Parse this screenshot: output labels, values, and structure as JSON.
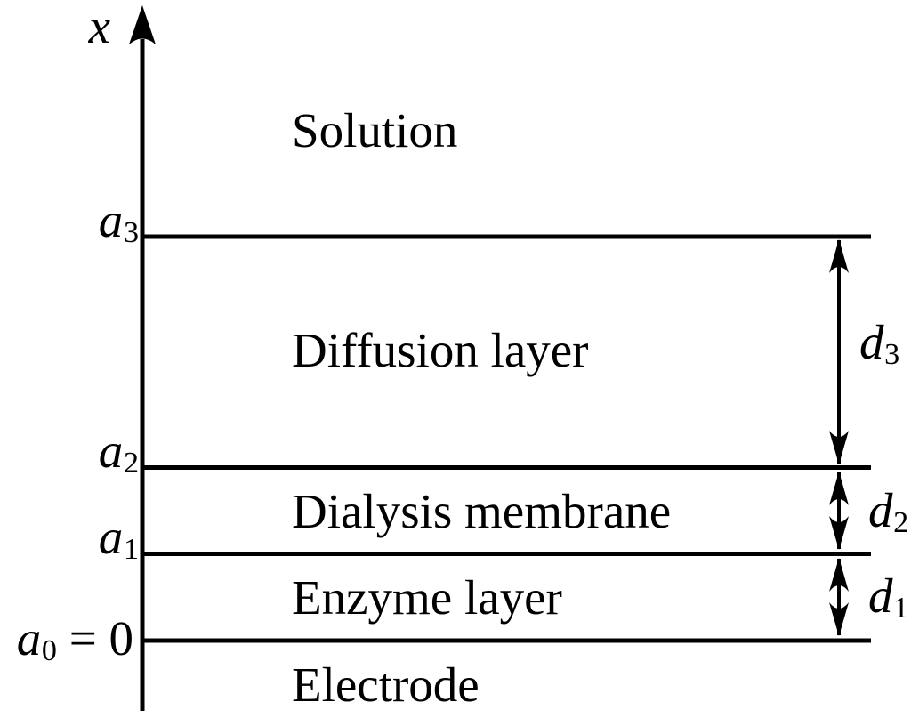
{
  "diagram": {
    "axis": {
      "label": "x"
    },
    "regions": [
      {
        "label": "Solution"
      },
      {
        "label": "Diffusion layer"
      },
      {
        "label": "Dialysis membrane"
      },
      {
        "label": "Enzyme layer"
      },
      {
        "label": "Electrode"
      }
    ],
    "boundaries": [
      {
        "base": "a",
        "sub": "3",
        "suffix": ""
      },
      {
        "base": "a",
        "sub": "2",
        "suffix": ""
      },
      {
        "base": "a",
        "sub": "1",
        "suffix": ""
      },
      {
        "base": "a",
        "sub": "0",
        "suffix": " = 0"
      }
    ],
    "thicknesses": [
      {
        "base": "d",
        "sub": "3"
      },
      {
        "base": "d",
        "sub": "2"
      },
      {
        "base": "d",
        "sub": "1"
      }
    ],
    "colors": {
      "line": "#000000",
      "background": "#ffffff"
    }
  }
}
